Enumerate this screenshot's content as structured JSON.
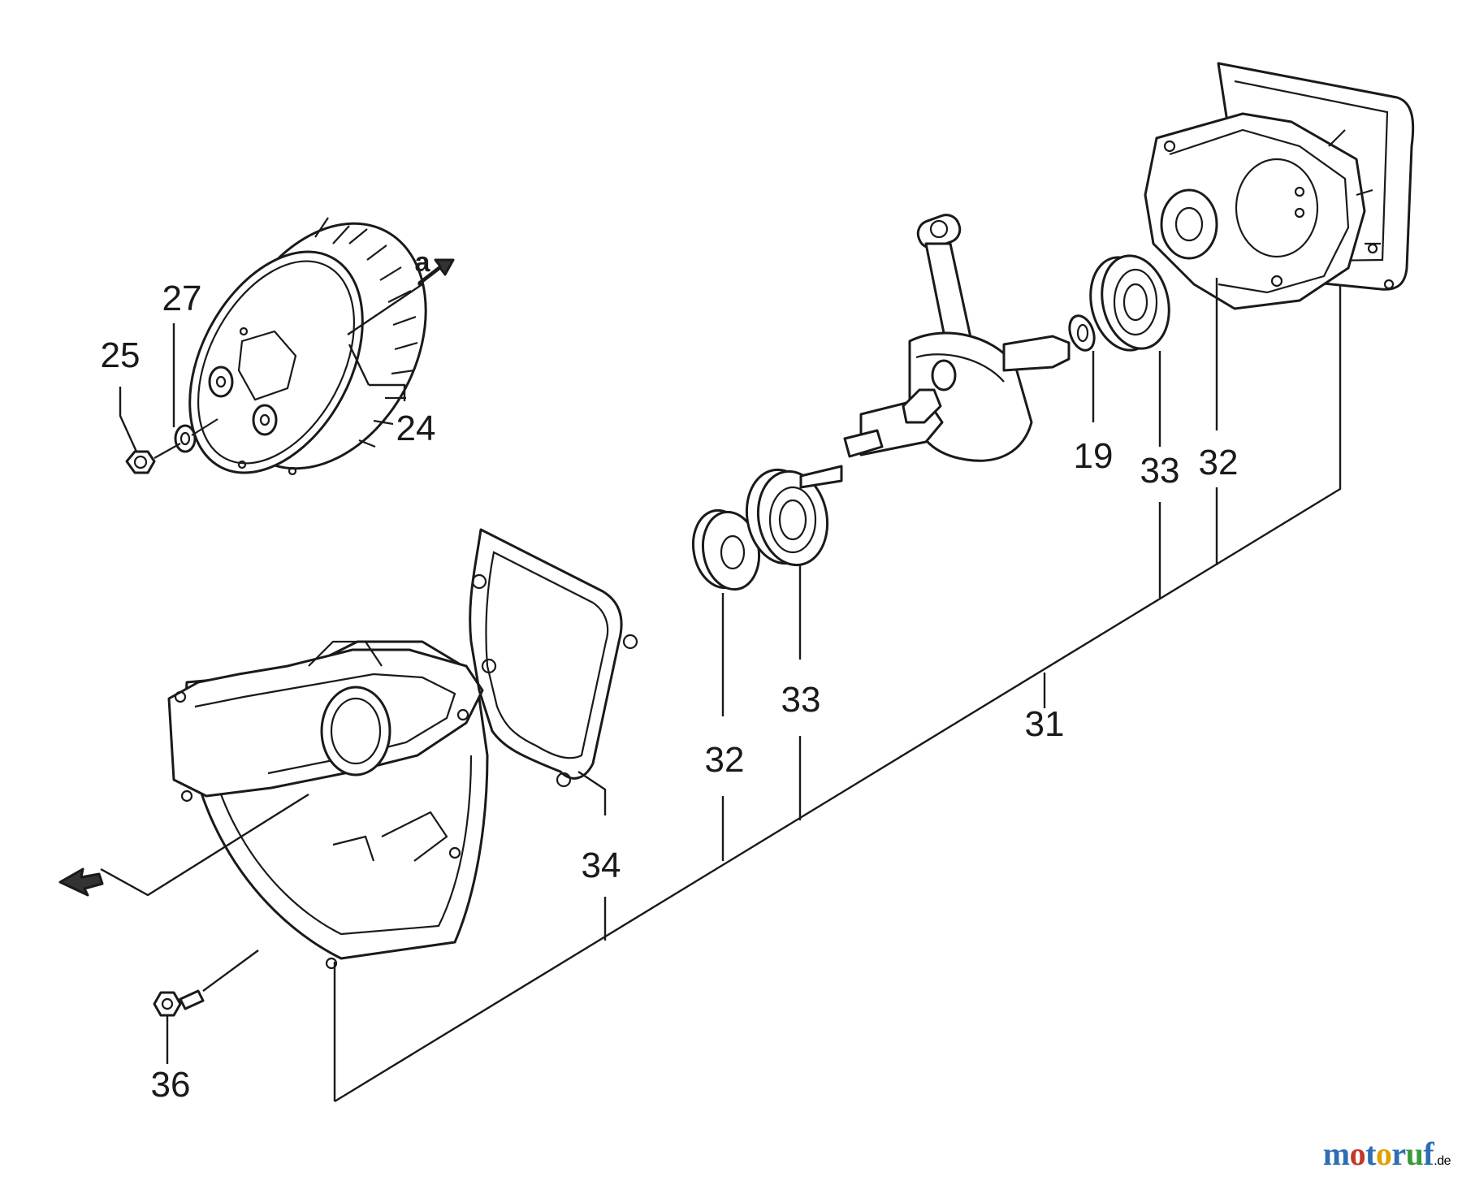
{
  "diagram": {
    "callouts": {
      "p19": "19",
      "p24": "24",
      "p25": "25",
      "p27": "27",
      "p31": "31",
      "p32_top": "32",
      "p32_bottom": "32",
      "p33_top": "33",
      "p33_bottom": "33",
      "p34": "34",
      "p36": "36"
    },
    "arrow_label": "a"
  },
  "watermark": {
    "segments": [
      {
        "text": "m",
        "color": "#2e6db4"
      },
      {
        "text": "o",
        "color": "#c0392b"
      },
      {
        "text": "t",
        "color": "#2e6db4"
      },
      {
        "text": "o",
        "color": "#e0a100"
      },
      {
        "text": "r",
        "color": "#2e6db4"
      },
      {
        "text": "u",
        "color": "#3a9a3a"
      },
      {
        "text": "f",
        "color": "#2e6db4"
      }
    ],
    "suffix": ".de"
  }
}
